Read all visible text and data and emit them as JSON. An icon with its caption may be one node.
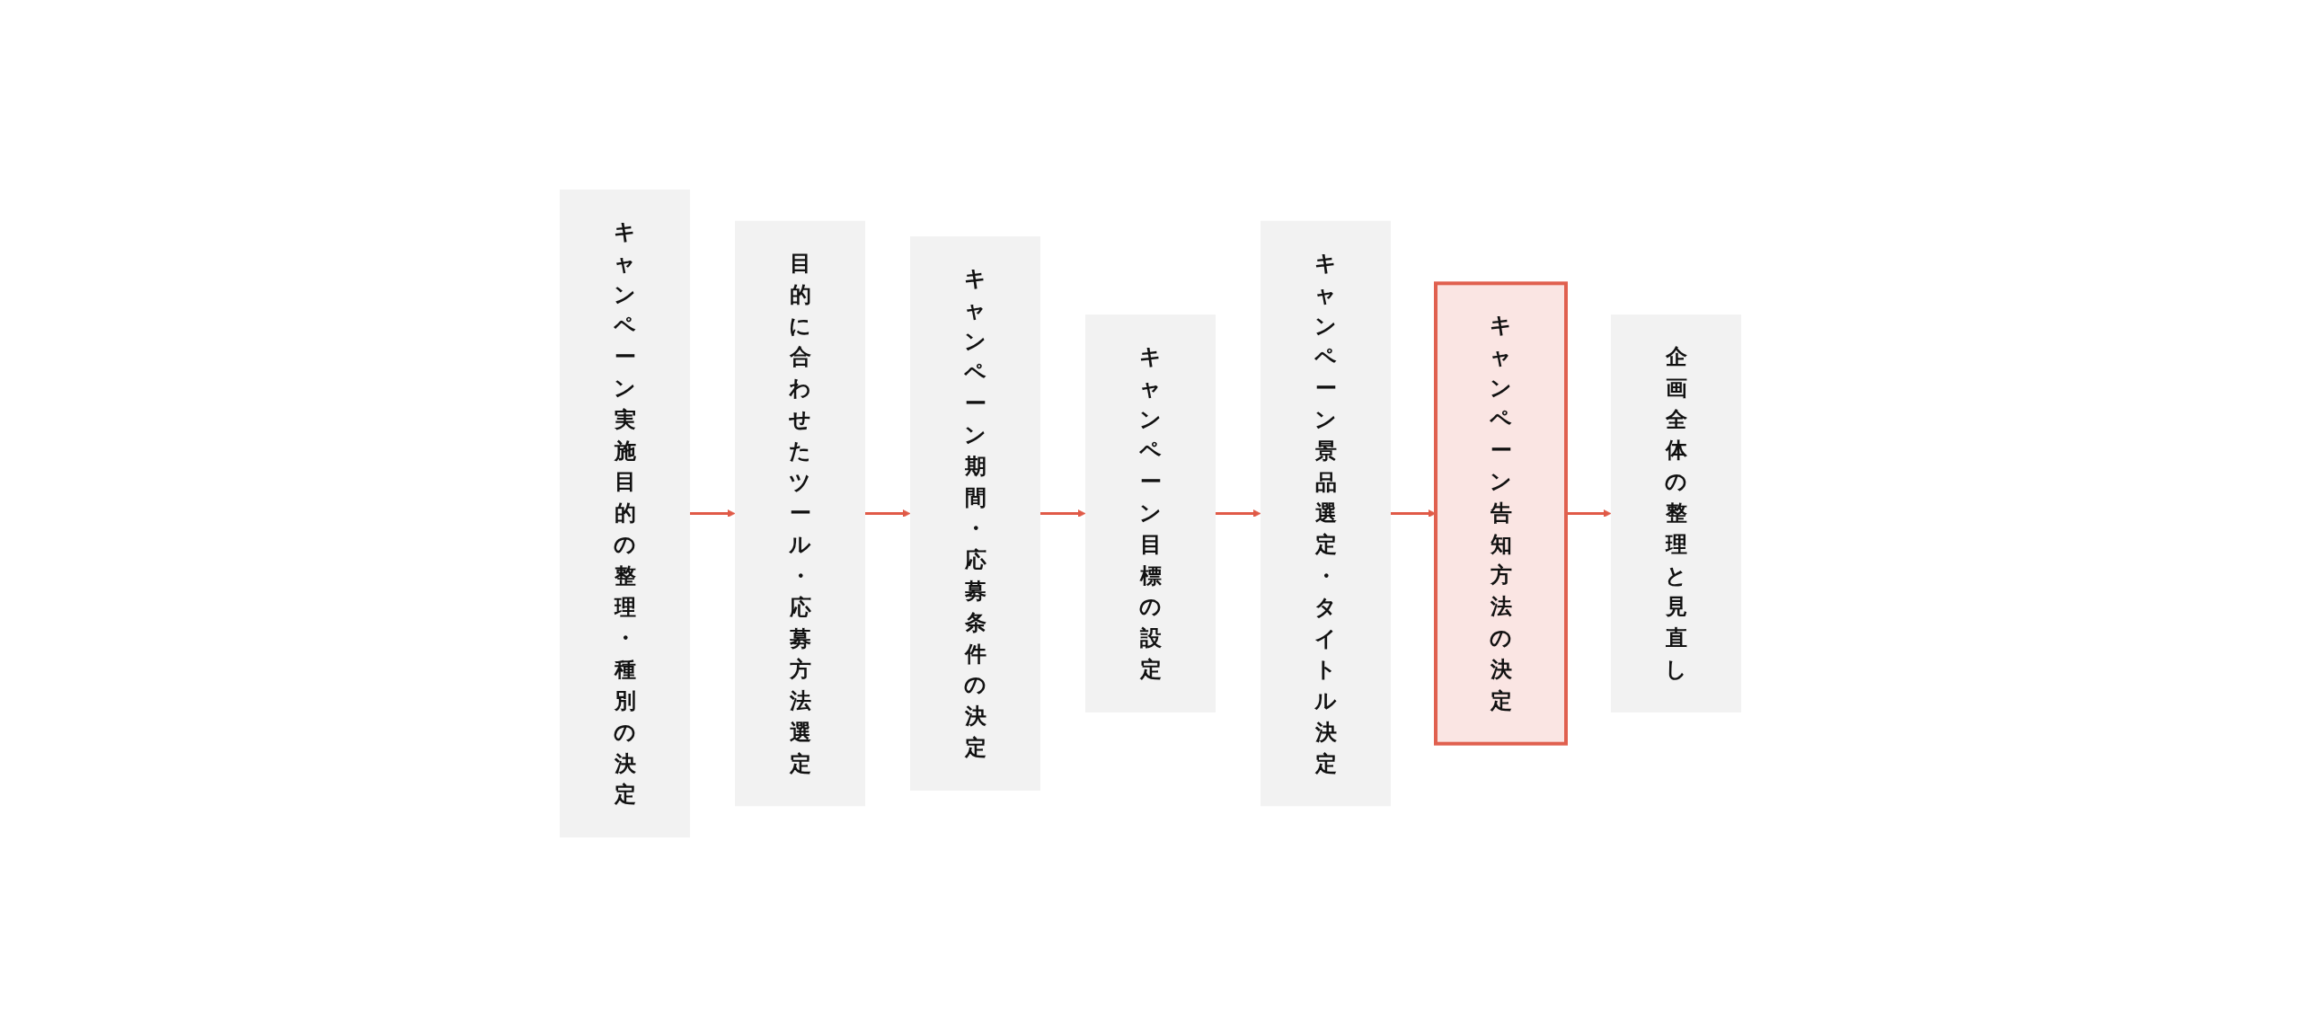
{
  "diagram": {
    "nodes": [
      {
        "text": [
          "キャンペーン実施目的の整理・種別の決定"
        ]
      },
      {
        "text": [
          "目的に合わせたツール・応募方法選定"
        ]
      },
      {
        "text": [
          "キャンペーン期間・応募条件の決定"
        ]
      },
      {
        "text": [
          "キャンペーン目標の設定"
        ]
      },
      {
        "text": [
          "キャンペーン景品選定・タイトル決定"
        ]
      },
      {
        "text": [
          "キャンペーン告知方法の決定"
        ]
      },
      {
        "text": [
          "企画全体の整理と見直し"
        ]
      }
    ],
    "edges": [
      {
        "from": 0,
        "to": 1,
        "arrow": "to"
      },
      {
        "from": 1,
        "to": 2,
        "arrow": "to"
      },
      {
        "from": 2,
        "to": 3,
        "arrow": "to"
      },
      {
        "from": 3,
        "to": 4,
        "arrow": "to"
      },
      {
        "from": 4,
        "to": 5,
        "arrow": "to"
      },
      {
        "from": 5,
        "to": 6,
        "arrow": "to"
      }
    ]
  }
}
